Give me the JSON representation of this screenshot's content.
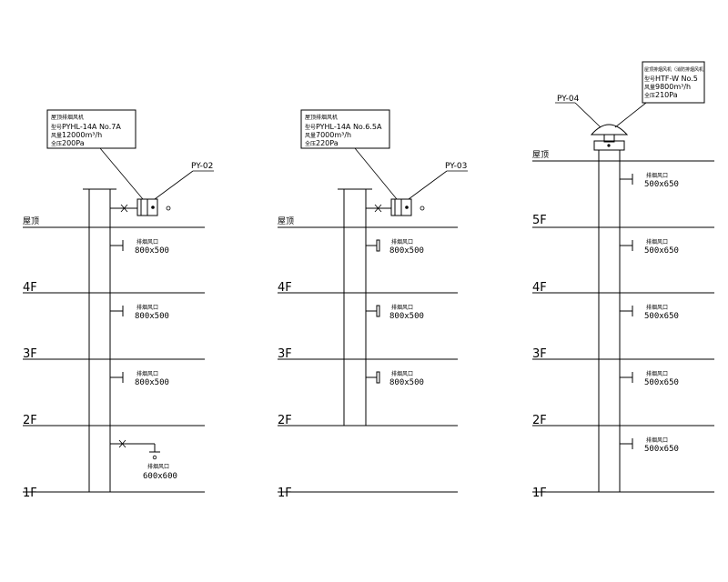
{
  "systems": [
    {
      "id": "PY-02",
      "tag": "PY-02",
      "info": {
        "title": "屋顶排烟风机",
        "rows": [
          {
            "k": "型号",
            "v": "PYHL-14A No.7A"
          },
          {
            "k": "风量",
            "v": "12000m³/h"
          },
          {
            "k": "全压",
            "v": "200Pa"
          }
        ]
      },
      "floors": [
        "1F",
        "2F",
        "3F",
        "4F",
        "屋顶"
      ],
      "vents": [
        {
          "label": "排烟风口",
          "size": "800x500"
        },
        {
          "label": "排烟风口",
          "size": "800x500"
        },
        {
          "label": "排烟风口",
          "size": "800x500"
        },
        {
          "label": "排烟风口",
          "size": "600x600"
        }
      ]
    },
    {
      "id": "PY-03",
      "tag": "PY-03",
      "info": {
        "title": "屋顶排烟风机",
        "rows": [
          {
            "k": "型号",
            "v": "PYHL-14A No.6.5A"
          },
          {
            "k": "风量",
            "v": "7000m³/h"
          },
          {
            "k": "全压",
            "v": "220Pa"
          }
        ]
      },
      "floors": [
        "1F",
        "2F",
        "3F",
        "4F",
        "屋顶"
      ],
      "vents": [
        {
          "label": "排烟风口",
          "size": "800x500"
        },
        {
          "label": "排烟风口",
          "size": "800x500"
        },
        {
          "label": "排烟风口",
          "size": "800x500"
        }
      ]
    },
    {
      "id": "PY-04",
      "tag": "PY-04",
      "info": {
        "title": "屋顶排烟风机（消防排烟风机）",
        "rows": [
          {
            "k": "型号",
            "v": "HTF-W No.5"
          },
          {
            "k": "风量",
            "v": "9800m³/h"
          },
          {
            "k": "全压",
            "v": "210Pa"
          }
        ]
      },
      "floors": [
        "1F",
        "2F",
        "3F",
        "4F",
        "5F",
        "屋顶"
      ],
      "vents": [
        {
          "label": "排烟风口",
          "size": "500x650"
        },
        {
          "label": "排烟风口",
          "size": "500x650"
        },
        {
          "label": "排烟风口",
          "size": "500x650"
        },
        {
          "label": "排烟风口",
          "size": "500x650"
        },
        {
          "label": "排烟风口",
          "size": "500x650"
        }
      ]
    }
  ]
}
